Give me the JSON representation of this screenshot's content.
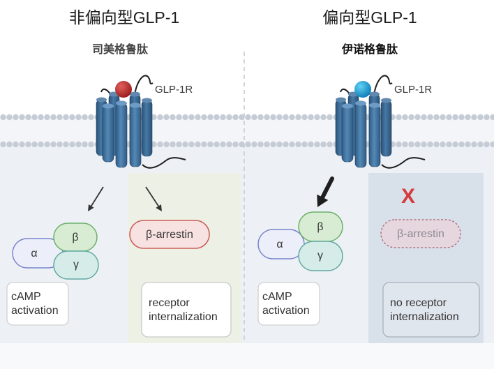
{
  "left": {
    "title": "非偏向型GLP-1",
    "drug": "司美格鲁肽",
    "receptor_label": "GLP-1R",
    "g_protein": {
      "alpha": "α",
      "beta": "β",
      "gamma": "γ"
    },
    "arrestin_label": "β-arrestin",
    "camp_lines": [
      "cAMP",
      "activation"
    ],
    "outcome_lines": [
      "receptor",
      "internalization"
    ]
  },
  "right": {
    "title": "偏向型GLP-1",
    "drug": "伊诺格鲁肽",
    "receptor_label": "GLP-1R",
    "g_protein": {
      "alpha": "α",
      "beta": "β",
      "gamma": "γ"
    },
    "block_mark": "X",
    "arrestin_label": "β-arrestin",
    "camp_lines": [
      "cAMP",
      "activation"
    ],
    "outcome_lines": [
      "no receptor",
      "internalization"
    ]
  },
  "colors": {
    "ligand_left": "#9c1f1f",
    "ligand_left_highlight": "#e0605c",
    "ligand_right": "#0f7fb8",
    "ligand_right_highlight": "#62d2f6",
    "block_mark": "#d63a3a",
    "arrestin_border": "#c95f5b"
  }
}
